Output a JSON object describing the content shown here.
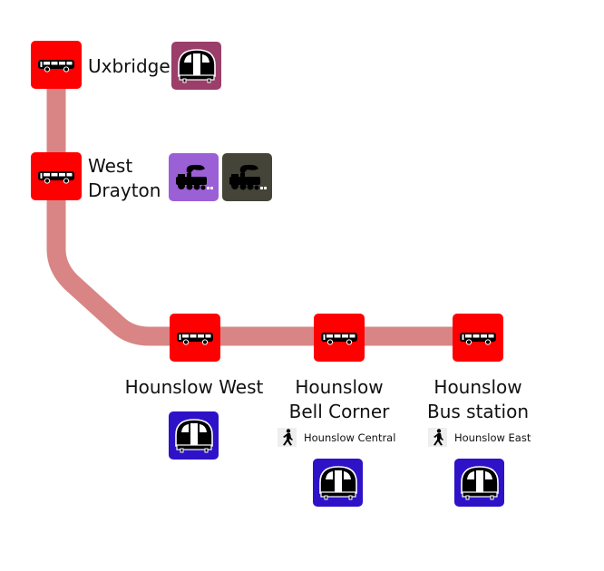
{
  "route": {
    "name": "bus-route",
    "line_color": "#d98585",
    "stop_color": "#ff0000"
  },
  "stops": [
    {
      "id": "uxbridge",
      "name_lines": [
        "Uxbridge"
      ],
      "interchanges": [
        {
          "type": "underground",
          "color": "#9b3e6a"
        }
      ]
    },
    {
      "id": "west-drayton",
      "name_lines": [
        "West",
        "Drayton"
      ],
      "interchanges": [
        {
          "type": "rail",
          "color": "#9b5fd6"
        },
        {
          "type": "rail",
          "color": "#444438"
        }
      ]
    },
    {
      "id": "hounslow-west",
      "name_lines": [
        "Hounslow West"
      ],
      "interchanges": [
        {
          "type": "underground",
          "color": "#2e12c8"
        }
      ]
    },
    {
      "id": "hounslow-bell-corner",
      "name_lines": [
        "Hounslow",
        "Bell Corner"
      ],
      "walk_to": "Hounslow Central",
      "interchanges": [
        {
          "type": "underground",
          "color": "#2e12c8"
        }
      ]
    },
    {
      "id": "hounslow-bus-station",
      "name_lines": [
        "Hounslow",
        "Bus station"
      ],
      "walk_to": "Hounslow East",
      "interchanges": [
        {
          "type": "underground",
          "color": "#2e12c8"
        }
      ]
    }
  ],
  "icons": {
    "bus": "bus-icon",
    "underground": "underground-train-icon",
    "rail": "steam-train-icon",
    "walk": "walking-person-icon"
  }
}
